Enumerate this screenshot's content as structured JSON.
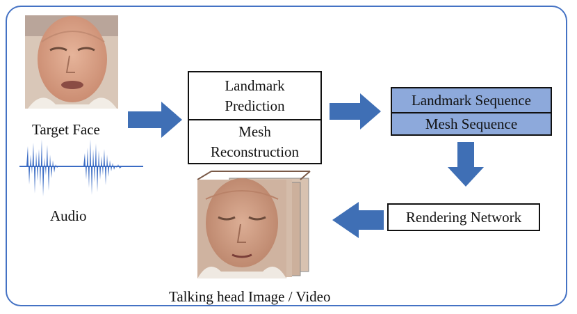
{
  "inputs": {
    "target_face_label": "Target Face",
    "audio_label": "Audio"
  },
  "stage1": {
    "top_line1": "Landmark",
    "top_line2": "Prediction",
    "bottom_line1": "Mesh",
    "bottom_line2": "Reconstruction"
  },
  "stage2": {
    "landmark_sequence": "Landmark Sequence",
    "mesh_sequence": "Mesh Sequence"
  },
  "stage3": {
    "rendering_network": "Rendering Network"
  },
  "output": {
    "caption": "Talking head Image / Video"
  },
  "colors": {
    "frame": "#4472c4",
    "arrow": "#3f6fb5",
    "sequence_fill": "#8da9db",
    "waveform": "#3b6cc4",
    "skin": "#d9a48a"
  },
  "icons": {
    "target_face": "face-photo",
    "audio": "waveform-icon",
    "output": "face-frames-stack"
  }
}
